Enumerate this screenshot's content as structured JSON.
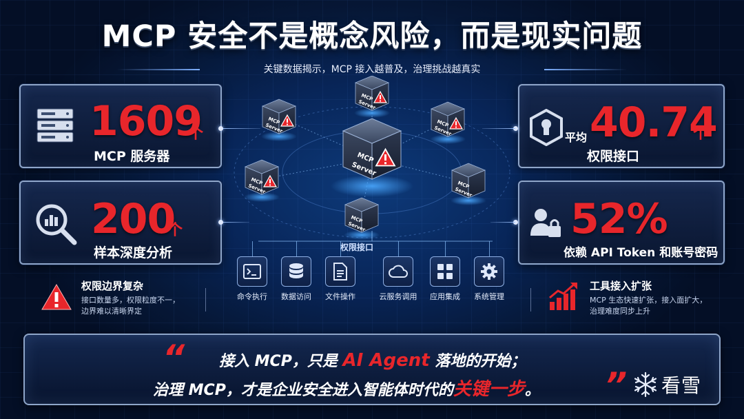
{
  "title": "MCP 安全不是概念风险，而是现实问题",
  "subtitle": "关键数据揭示，MCP 接入越普及，治理挑战越真实",
  "stats": {
    "servers": {
      "value": "1609",
      "unit": "个",
      "label": "MCP 服务器",
      "icon": "server-rack-icon"
    },
    "samples": {
      "value": "200",
      "unit": "个",
      "label": "样本深度分析",
      "icon": "magnifier-chart-icon"
    },
    "permissions": {
      "prefix": "平均",
      "value": "40.74",
      "unit": "个",
      "label": "权限接口",
      "icon": "shield-lock-icon"
    },
    "tokens": {
      "value": "52%",
      "label": "依赖 API Token 和账号密码",
      "icon": "user-lock-icon"
    }
  },
  "callouts": {
    "left": {
      "title": "权限边界复杂",
      "desc_line1": "接口数量多，权限粒度不一，",
      "desc_line2": "边界难以清晰界定",
      "icon": "warning-triangle-icon"
    },
    "right": {
      "title": "工具接入扩张",
      "desc_line1": "MCP 生态快速扩张，接入面扩大，",
      "desc_line2": "治理难度同步上升",
      "icon": "growth-chart-icon"
    }
  },
  "network": {
    "center": {
      "line1": "MCP",
      "line2": "Server"
    },
    "node_line1": "MCP",
    "node_line2": "Server",
    "perm_label": "权限接口"
  },
  "features": [
    {
      "label": "命令执行",
      "icon": "terminal-icon"
    },
    {
      "label": "数据访问",
      "icon": "database-icon"
    },
    {
      "label": "文件操作",
      "icon": "file-icon"
    },
    {
      "label": "云服务调用",
      "icon": "cloud-icon"
    },
    {
      "label": "应用集成",
      "icon": "grid-apps-icon"
    },
    {
      "label": "系统管理",
      "icon": "gear-icon"
    }
  ],
  "quote": {
    "open_mark": "“",
    "close_mark": "”",
    "l1_a": "接入 MCP，只是 ",
    "l1_hl": "AI Agent",
    "l1_b": " 落地的开始；",
    "l2_a": "治理 MCP，才是企业安全进入智能体时代的",
    "l2_hl": "关键一步",
    "l2_b": "。"
  },
  "brand": {
    "name": "看雪",
    "icon": "snowflake-icon"
  },
  "colors": {
    "accent": "#e8262b",
    "bg": "#061838",
    "border": "#8fa6c9"
  }
}
